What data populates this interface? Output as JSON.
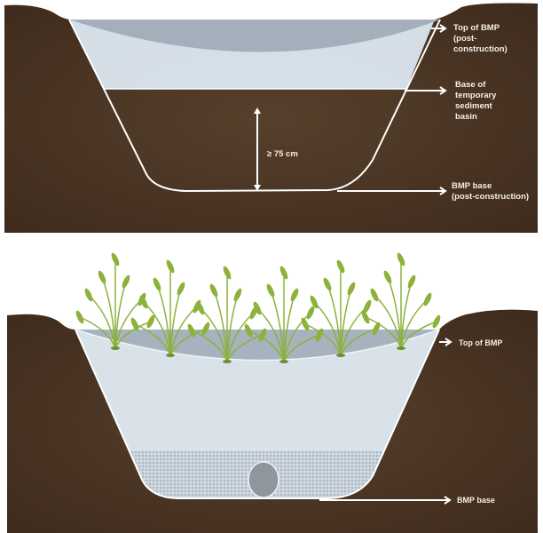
{
  "top_panel": {
    "labels": {
      "top_of_bmp": "Top of BMP\n(post-\nconstruction)",
      "base_temp_basin": "Base of\ntemporary\nsediment\nbasin",
      "bmp_base": "BMP base\n(post-construction)",
      "depth": "≥ 75 cm"
    }
  },
  "bottom_panel": {
    "labels": {
      "top_of_bmp": "Top of BMP",
      "bmp_base": "BMP base"
    }
  },
  "colors": {
    "soil": "#4b3424",
    "water": "#dde9f0",
    "surface": "#9aa6b2",
    "gravel": "#c9d2dc",
    "plant": "#8bb23a"
  }
}
